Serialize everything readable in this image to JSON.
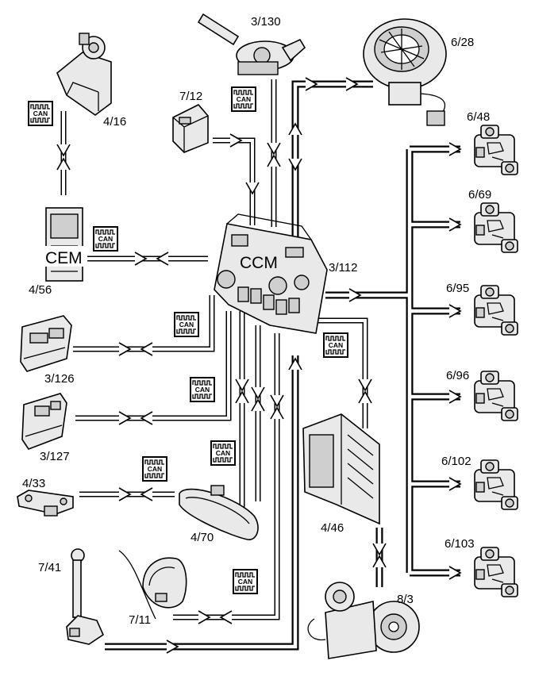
{
  "central": {
    "name": "CCM",
    "id": "3/112"
  },
  "cem": {
    "name": "CEM",
    "id": "4/56"
  },
  "bus_label": "CAN",
  "components": {
    "c_4_16": "4/16",
    "c_3_130": "3/130",
    "c_6_28": "6/28",
    "c_7_12": "7/12",
    "c_6_48": "6/48",
    "c_6_69": "6/69",
    "c_6_95": "6/95",
    "c_6_96": "6/96",
    "c_6_102": "6/102",
    "c_6_103": "6/103",
    "c_3_126": "3/126",
    "c_3_127": "3/127",
    "c_4_33": "4/33",
    "c_4_70": "4/70",
    "c_4_46": "4/46",
    "c_8_3": "8/3",
    "c_7_41": "7/41",
    "c_7_11": "7/11"
  }
}
